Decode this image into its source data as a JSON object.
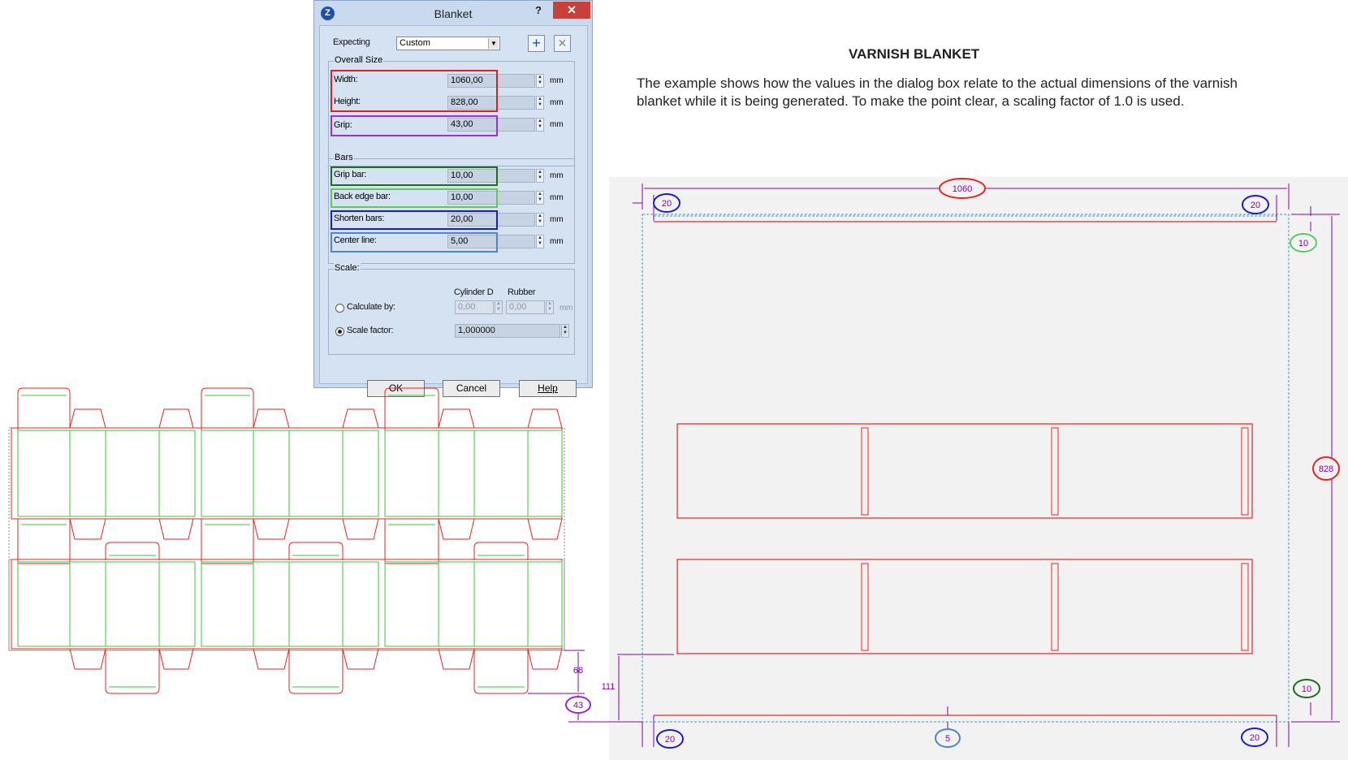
{
  "dialog": {
    "title": "Blanket",
    "help_glyph": "?",
    "close_glyph": "✕",
    "app_icon_glyph": "Z",
    "expecting_label": "Expecting",
    "expecting_value": "Custom",
    "add_glyph": "+",
    "delete_glyph": "✕",
    "overall_size": {
      "title": "Overall Size",
      "width_label": "Width:",
      "width_value": "1060,00",
      "height_label": "Height:",
      "height_value": "828,00",
      "grip_label": "Grip:",
      "grip_value": "43,00"
    },
    "bars": {
      "title": "Bars",
      "grip_bar_label": "Grip bar:",
      "grip_bar_value": "10,00",
      "back_edge_label": "Back edge bar:",
      "back_edge_value": "10,00",
      "shorten_label": "Shorten bars:",
      "shorten_value": "20,00",
      "center_line_label": "Center line:",
      "center_line_value": "5,00"
    },
    "scale": {
      "title": "Scale:",
      "cylinder_header": "Cylinder D",
      "rubber_header": "Rubber",
      "calculate_label": "Calculate by:",
      "cylinder_value": "0,00",
      "rubber_value": "0,00",
      "scale_factor_label": "Scale factor:",
      "scale_factor_value": "1,000000"
    },
    "unit": "mm",
    "ok_label": "OK",
    "cancel_label": "Cancel",
    "help_label": "Help"
  },
  "article": {
    "heading": "VARNISH BLANKET",
    "body": "The example shows how the values in the dialog box relate to the actual dimensions of the varnish blanket while it is being generated. To make the point clear, a scaling factor of 1.0 is used."
  },
  "drawing": {
    "colors": {
      "outline": "#ee2222",
      "crease": "#33cc33",
      "dim": "#8800aa",
      "blue": "#1c1ccc",
      "lightblue": "#4b86cf",
      "darkgreen": "#1f6b1f",
      "lightgreen": "#5fc85f",
      "violet": "#9922ee"
    },
    "labels": {
      "width": "1060",
      "height": "828",
      "shorten_tl": "20",
      "shorten_tr": "20",
      "shorten_bl": "20",
      "shorten_br": "20",
      "back_edge": "10",
      "grip_bar": "10",
      "center_line": "5",
      "grip": "43",
      "dim_68": "68",
      "dim_111": "111"
    }
  }
}
